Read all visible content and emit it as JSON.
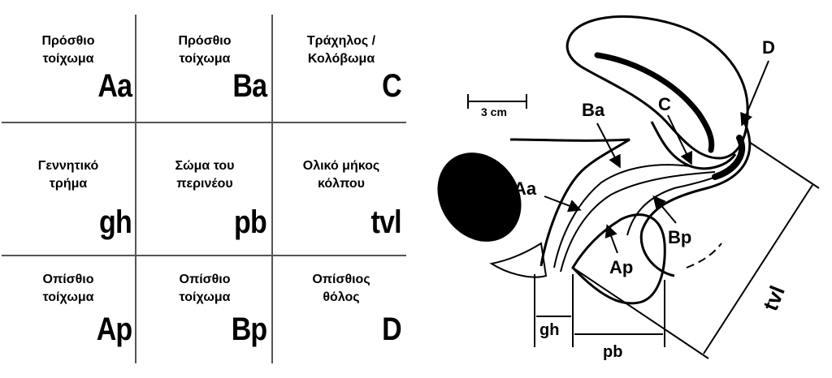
{
  "cells": [
    {
      "name_lines": [
        "Πρόσθιο",
        "τοίχωμα"
      ],
      "abbr": "Aa"
    },
    {
      "name_lines": [
        "Πρόσθιο",
        "τοίχωμα"
      ],
      "abbr": "Ba"
    },
    {
      "name_lines": [
        "Τράχηλος /",
        "Κολόβωμα"
      ],
      "abbr": "C"
    },
    {
      "name_lines": [
        "Γεννητικό",
        "τρήμα"
      ],
      "abbr": "gh"
    },
    {
      "name_lines": [
        "Σώμα του",
        "περινέου"
      ],
      "abbr": "pb"
    },
    {
      "name_lines": [
        "Ολικό μήκος",
        "κόλπου"
      ],
      "abbr": "tvl"
    },
    {
      "name_lines": [
        "Οπίσθιο",
        "τοίχωμα"
      ],
      "abbr": "Ap"
    },
    {
      "name_lines": [
        "Οπίσθιο",
        "τοίχωμα"
      ],
      "abbr": "Bp"
    },
    {
      "name_lines": [
        "Οπίσθιος",
        "θόλος"
      ],
      "abbr": "D"
    }
  ],
  "diagram": {
    "scale_label": "3 cm",
    "labels": {
      "D": "D",
      "C": "C",
      "Ba": "Ba",
      "Aa": "Aa",
      "Bp": "Bp",
      "Ap": "Ap",
      "tvl": "tvl",
      "gh": "gh",
      "pb": "pb"
    }
  }
}
